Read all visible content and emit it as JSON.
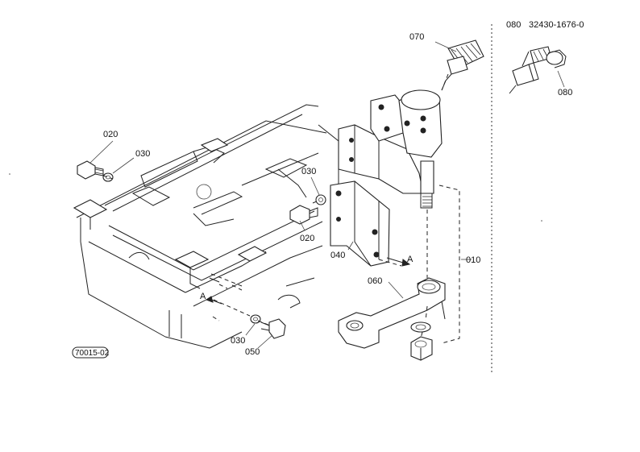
{
  "diagram": {
    "figure_code": "70015-02",
    "header": {
      "ref": "080",
      "part_number": "32430-1676-0"
    },
    "callouts": {
      "c070": "070",
      "c080": "080",
      "c020_left": "020",
      "c030_left": "030",
      "c030_mid": "030",
      "c020_mid": "020",
      "c040": "040",
      "c010": "010",
      "c060": "060",
      "c030_bottom": "030",
      "c050": "050"
    },
    "view_markers": {
      "arrow_a_right": "A",
      "arrow_a_left": "A"
    }
  }
}
